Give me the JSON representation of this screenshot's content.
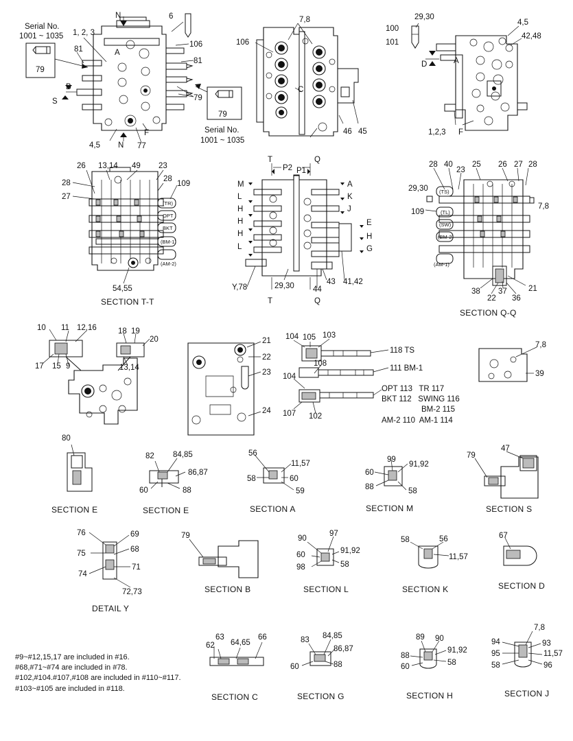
{
  "top_left": {
    "serial_title": "Serial No.",
    "serial_range": "1001 ~ 1035",
    "labels": [
      "N",
      "6",
      "1, 2, 3",
      "81",
      "A",
      "106",
      "81",
      "B",
      "S",
      "79",
      "79",
      "4,5",
      "N",
      "77",
      "F"
    ]
  },
  "top_left_inset_label": "79",
  "top_left_callout": {
    "label": "79",
    "serial_title": "Serial No.",
    "serial_range": "1001 ~ 1035"
  },
  "top_center": {
    "labels": [
      "7,8",
      "106",
      "C",
      "46",
      "45"
    ]
  },
  "top_right": {
    "labels": [
      "29,30",
      "100",
      "101",
      "4,5",
      "42,48",
      "D",
      "A",
      "1,2,3",
      "F"
    ]
  },
  "section_tt": {
    "title": "SECTION  T-T",
    "labels": [
      "26",
      "13,14",
      "49",
      "23",
      "28",
      "109",
      "28",
      "27",
      "54,55"
    ],
    "tags": [
      "(TR)",
      "OPT",
      "BKT",
      "(BM-1)",
      "(AM-2)"
    ]
  },
  "section_pq": {
    "labels": [
      "T",
      "P2",
      "P1",
      "Q",
      "M",
      "L",
      "H",
      "H",
      "H",
      "L",
      "A",
      "K",
      "J",
      "E",
      "H",
      "G",
      "Y,78",
      "29,30",
      "44",
      "43",
      "41,42",
      "T",
      "Q"
    ]
  },
  "section_qq": {
    "title": "SECTION  Q-Q",
    "labels": [
      "28",
      "40",
      "23",
      "25",
      "26",
      "27",
      "28",
      "29,30",
      "7,8",
      "109",
      "38",
      "22",
      "37",
      "36",
      "21"
    ],
    "tags": [
      "(TS)",
      "(TL)",
      "(SW)",
      "(BM-2)",
      "(AM-1)"
    ]
  },
  "detail_y_group": {
    "labels": [
      "10",
      "11",
      "12,16",
      "17",
      "15",
      "9",
      "18",
      "19",
      "20",
      "13,14"
    ]
  },
  "plate": {
    "labels": [
      "21",
      "22",
      "23",
      "24"
    ]
  },
  "spool_group": {
    "labels": [
      "104",
      "105",
      "103",
      "118 TS",
      "111 BM-1",
      "104",
      "108",
      "107",
      "102"
    ],
    "list": [
      "OPT 113   TR 117",
      "BKT 112   SWING 116",
      "BM-2 115",
      "AM-2 110  AM-1 114"
    ]
  },
  "small_right": {
    "labels": [
      "7,8",
      "39"
    ]
  },
  "row1": [
    {
      "title": "SECTION  E",
      "labels": [
        "80"
      ]
    },
    {
      "title": "SECTION  E",
      "labels": [
        "82",
        "84,85",
        "86,87",
        "60",
        "88"
      ]
    },
    {
      "title": "SECTION  A",
      "labels": [
        "56",
        "11,57",
        "58",
        "60",
        "59"
      ]
    },
    {
      "title": "SECTION  M",
      "labels": [
        "99",
        "91,92",
        "60",
        "88",
        "58"
      ]
    },
    {
      "title": "SECTION  S",
      "labels": [
        "79",
        "47"
      ]
    }
  ],
  "row2": [
    {
      "title": "DETAIL  Y",
      "labels": [
        "76",
        "69",
        "75",
        "68",
        "74",
        "71",
        "72,73"
      ]
    },
    {
      "title": "SECTION  B",
      "labels": [
        "79"
      ]
    },
    {
      "title": "SECTION  L",
      "labels": [
        "90",
        "97",
        "60",
        "91,92",
        "98",
        "58"
      ]
    },
    {
      "title": "SECTION  K",
      "labels": [
        "58",
        "56",
        "11,57"
      ]
    },
    {
      "title": "SECTION  D",
      "labels": [
        "67"
      ]
    }
  ],
  "row3": [
    {
      "title": "SECTION  C",
      "labels": [
        "63",
        "62",
        "64,65",
        "66"
      ]
    },
    {
      "title": "SECTION  G",
      "labels": [
        "83",
        "84,85",
        "86,87",
        "60",
        "88"
      ]
    },
    {
      "title": "SECTION  H",
      "labels": [
        "89",
        "90",
        "91,92",
        "88",
        "58",
        "60"
      ]
    },
    {
      "title": "SECTION  J",
      "labels": [
        "7,8",
        "94",
        "93",
        "95",
        "11,57",
        "58",
        "96"
      ]
    }
  ],
  "notes": [
    "#9~#12,15,17 are included in #16.",
    "#68,#71~#74 are included in #78.",
    "#102,#104.#107,#108 are included in #110~#117.",
    "#103~#105 are included in #118."
  ]
}
